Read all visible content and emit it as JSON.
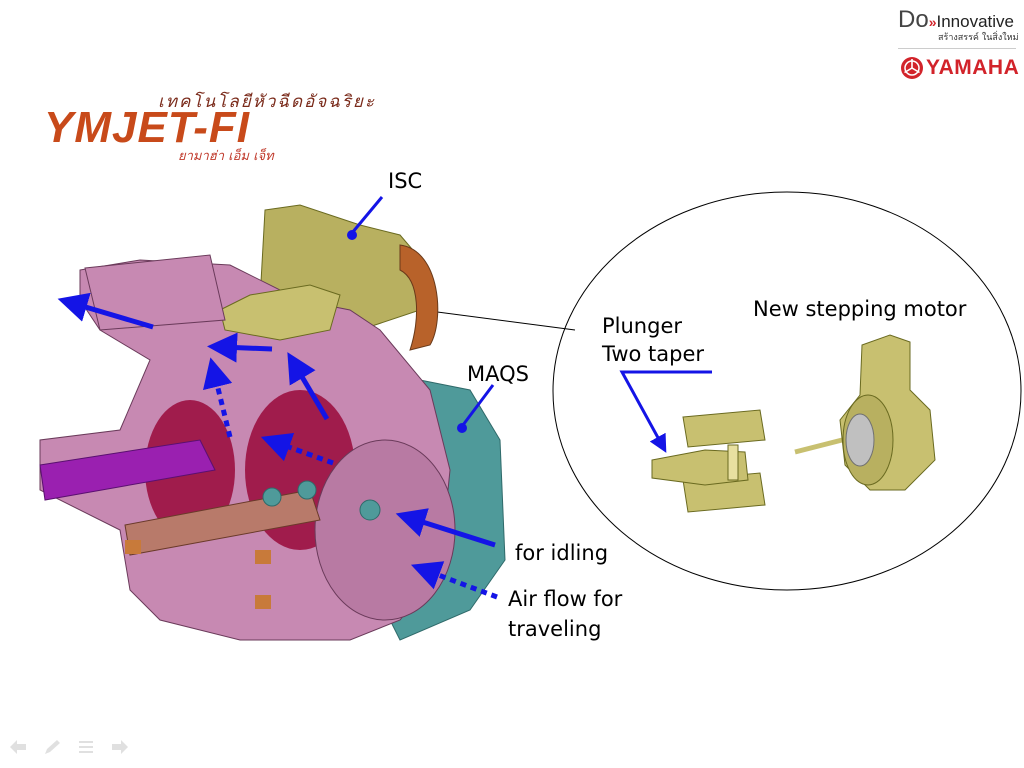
{
  "branding": {
    "tagline_do": "Do",
    "tagline_innovative": "Innovative",
    "tagline_thai": "สร้างสรรค์ ในสิ่งใหม่",
    "yamaha": "YAMAHA",
    "yamaha_color": "#d2232a"
  },
  "logo": {
    "thai_top": "เทคโนโลยีหัวฉีดอัจฉริยะ",
    "main": "YMJET-FI",
    "thai_bottom": "ยามาฮ่า เอ็ม เจ็ท",
    "color": "#c84a1a"
  },
  "labels": {
    "isc": "ISC",
    "maqs": "MAQS",
    "plunger": "Plunger",
    "two_taper": "Two taper",
    "stepping_motor": "New stepping motor",
    "for_idling": "for idling",
    "air_flow_1": "Air flow for",
    "air_flow_2": "traveling"
  },
  "colors": {
    "arrow": "#1414e6",
    "body": "#c789b2",
    "motor": "#c8c070",
    "teal": "#4f9a9a"
  },
  "nav": {
    "icons": [
      "arrow-left-icon",
      "pen-icon",
      "menu-icon",
      "arrow-right-icon"
    ]
  }
}
